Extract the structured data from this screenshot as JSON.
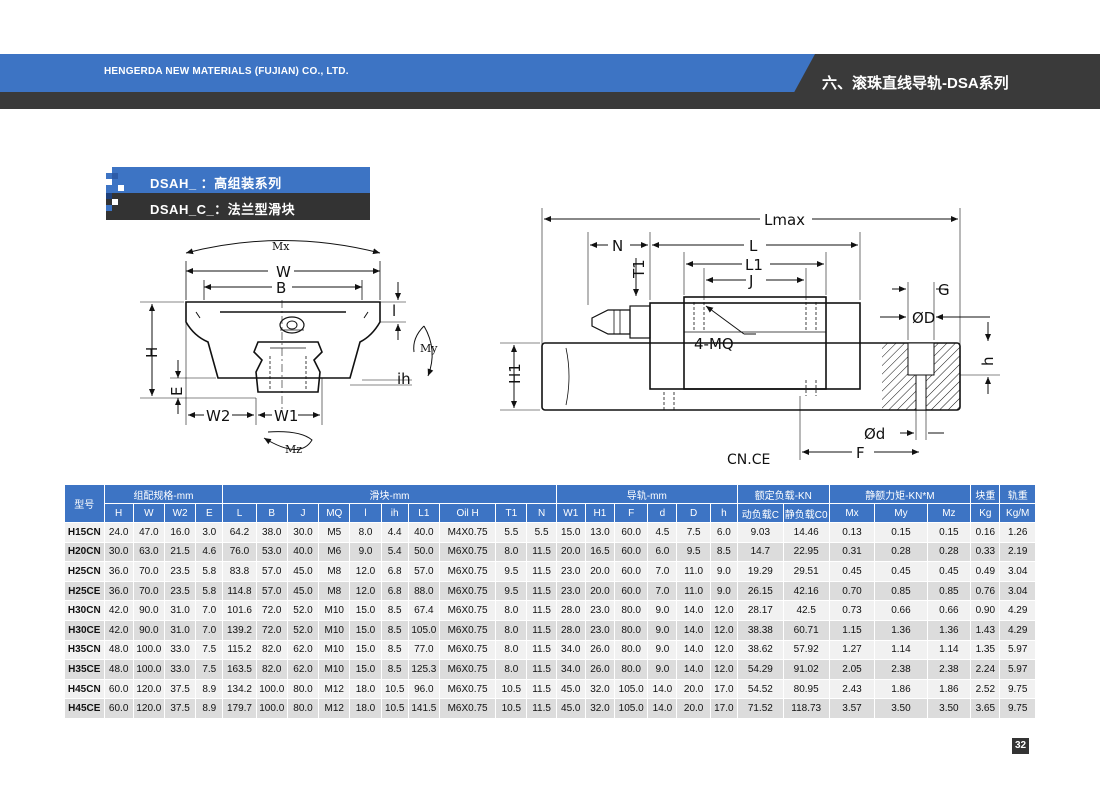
{
  "header": {
    "company": "HENGERDA NEW MATERIALS (FUJIAN) CO., LTD.",
    "section": "六、滚珠直线导轨-DSA系列"
  },
  "labels": {
    "line1": "DSAH_     ：高组装系列",
    "line2": "DSAH_C_：法兰型滑块"
  },
  "drawing_front": {
    "mx": "Mx",
    "w": "W",
    "b": "B",
    "h": "H",
    "e": "E",
    "w2": "W2",
    "w1": "W1",
    "ih": "ih",
    "l_small": "l",
    "my": "My",
    "mz": "Mz"
  },
  "drawing_side": {
    "lmax": "Lmax",
    "n": "N",
    "l": "L",
    "l1": "L1",
    "j": "J",
    "t1": "T1",
    "mq": "4-MQ",
    "h1": "H1",
    "g": "G",
    "od": "ØD",
    "h": "h",
    "osd": "Ød",
    "f": "F"
  },
  "cn_ce": "CN.CE",
  "table": {
    "model_header": "型号",
    "groups": [
      "组配规格-mm",
      "滑块-mm",
      "导轨-mm",
      "额定负载-KN",
      "静额力矩-KN*M",
      "块重",
      "轨重"
    ],
    "columns": [
      "H",
      "W",
      "W2",
      "E",
      "L",
      "B",
      "J",
      "MQ",
      "l",
      "ih",
      "L1",
      "Oil H",
      "T1",
      "N",
      "W1",
      "H1",
      "F",
      "d",
      "D",
      "h",
      "动负载C",
      "静负载C0",
      "Mx",
      "My",
      "Mz",
      "Kg",
      "Kg/M"
    ],
    "rows": [
      [
        "H15CN",
        "24.0",
        "47.0",
        "16.0",
        "3.0",
        "64.2",
        "38.0",
        "30.0",
        "M5",
        "8.0",
        "4.4",
        "40.0",
        "M4X0.75",
        "5.5",
        "5.5",
        "15.0",
        "13.0",
        "60.0",
        "4.5",
        "7.5",
        "6.0",
        "9.03",
        "14.46",
        "0.13",
        "0.15",
        "0.15",
        "0.16",
        "1.26"
      ],
      [
        "H20CN",
        "30.0",
        "63.0",
        "21.5",
        "4.6",
        "76.0",
        "53.0",
        "40.0",
        "M6",
        "9.0",
        "5.4",
        "50.0",
        "M6X0.75",
        "8.0",
        "11.5",
        "20.0",
        "16.5",
        "60.0",
        "6.0",
        "9.5",
        "8.5",
        "14.7",
        "22.95",
        "0.31",
        "0.28",
        "0.28",
        "0.33",
        "2.19"
      ],
      [
        "H25CN",
        "36.0",
        "70.0",
        "23.5",
        "5.8",
        "83.8",
        "57.0",
        "45.0",
        "M8",
        "12.0",
        "6.8",
        "57.0",
        "M6X0.75",
        "9.5",
        "11.5",
        "23.0",
        "20.0",
        "60.0",
        "7.0",
        "11.0",
        "9.0",
        "19.29",
        "29.51",
        "0.45",
        "0.45",
        "0.45",
        "0.49",
        "3.04"
      ],
      [
        "H25CE",
        "36.0",
        "70.0",
        "23.5",
        "5.8",
        "114.8",
        "57.0",
        "45.0",
        "M8",
        "12.0",
        "6.8",
        "88.0",
        "M6X0.75",
        "9.5",
        "11.5",
        "23.0",
        "20.0",
        "60.0",
        "7.0",
        "11.0",
        "9.0",
        "26.15",
        "42.16",
        "0.70",
        "0.85",
        "0.85",
        "0.76",
        "3.04"
      ],
      [
        "H30CN",
        "42.0",
        "90.0",
        "31.0",
        "7.0",
        "101.6",
        "72.0",
        "52.0",
        "M10",
        "15.0",
        "8.5",
        "67.4",
        "M6X0.75",
        "8.0",
        "11.5",
        "28.0",
        "23.0",
        "80.0",
        "9.0",
        "14.0",
        "12.0",
        "28.17",
        "42.5",
        "0.73",
        "0.66",
        "0.66",
        "0.90",
        "4.29"
      ],
      [
        "H30CE",
        "42.0",
        "90.0",
        "31.0",
        "7.0",
        "139.2",
        "72.0",
        "52.0",
        "M10",
        "15.0",
        "8.5",
        "105.0",
        "M6X0.75",
        "8.0",
        "11.5",
        "28.0",
        "23.0",
        "80.0",
        "9.0",
        "14.0",
        "12.0",
        "38.38",
        "60.71",
        "1.15",
        "1.36",
        "1.36",
        "1.43",
        "4.29"
      ],
      [
        "H35CN",
        "48.0",
        "100.0",
        "33.0",
        "7.5",
        "115.2",
        "82.0",
        "62.0",
        "M10",
        "15.0",
        "8.5",
        "77.0",
        "M6X0.75",
        "8.0",
        "11.5",
        "34.0",
        "26.0",
        "80.0",
        "9.0",
        "14.0",
        "12.0",
        "38.62",
        "57.92",
        "1.27",
        "1.14",
        "1.14",
        "1.35",
        "5.97"
      ],
      [
        "H35CE",
        "48.0",
        "100.0",
        "33.0",
        "7.5",
        "163.5",
        "82.0",
        "62.0",
        "M10",
        "15.0",
        "8.5",
        "125.3",
        "M6X0.75",
        "8.0",
        "11.5",
        "34.0",
        "26.0",
        "80.0",
        "9.0",
        "14.0",
        "12.0",
        "54.29",
        "91.02",
        "2.05",
        "2.38",
        "2.38",
        "2.24",
        "5.97"
      ],
      [
        "H45CN",
        "60.0",
        "120.0",
        "37.5",
        "8.9",
        "134.2",
        "100.0",
        "80.0",
        "M12",
        "18.0",
        "10.5",
        "96.0",
        "M6X0.75",
        "10.5",
        "11.5",
        "45.0",
        "32.0",
        "105.0",
        "14.0",
        "20.0",
        "17.0",
        "54.52",
        "80.95",
        "2.43",
        "1.86",
        "1.86",
        "2.52",
        "9.75"
      ],
      [
        "H45CE",
        "60.0",
        "120.0",
        "37.5",
        "8.9",
        "179.7",
        "100.0",
        "80.0",
        "M12",
        "18.0",
        "10.5",
        "141.5",
        "M6X0.75",
        "10.5",
        "11.5",
        "45.0",
        "32.0",
        "105.0",
        "14.0",
        "20.0",
        "17.0",
        "71.52",
        "118.73",
        "3.57",
        "3.50",
        "3.50",
        "3.65",
        "9.75"
      ]
    ]
  },
  "page_number": "32",
  "colors": {
    "primary": "#3d74c4",
    "dark": "#3a3a3a"
  }
}
